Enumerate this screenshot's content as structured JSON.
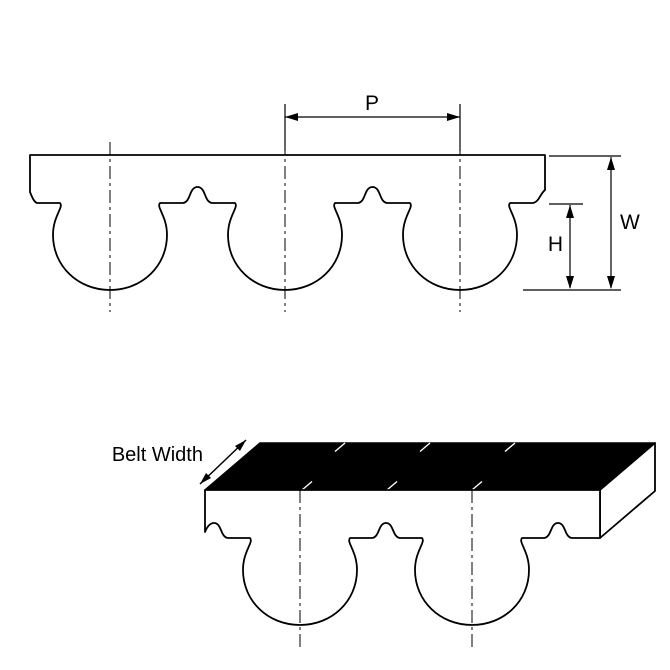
{
  "figure": {
    "top_view": {
      "pitch_label": "P",
      "width_label": "W",
      "height_label": "H"
    },
    "iso_view": {
      "belt_width_label": "Belt Width"
    },
    "colors": {
      "line": "#000000",
      "belt_top_fill": "#000000",
      "belt_body_fill": "#ffffff",
      "background": "#ffffff"
    }
  }
}
